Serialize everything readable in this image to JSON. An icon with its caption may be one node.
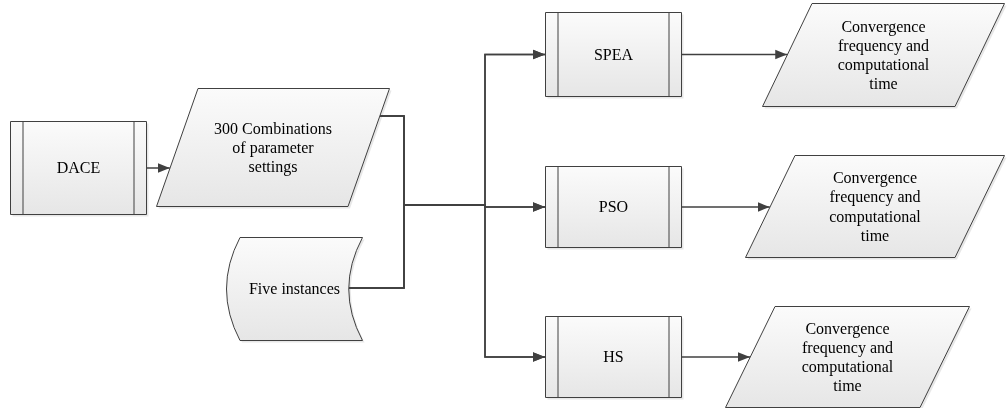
{
  "diagram": {
    "nodes": [
      {
        "text": [
          "DACE"
        ]
      },
      {
        "text": [
          "300 Combinations of parameter settings"
        ]
      },
      {
        "text": [
          "Five instances"
        ]
      },
      {
        "text": [
          "SPEA"
        ]
      },
      {
        "text": [
          "PSO"
        ]
      },
      {
        "text": [
          "HS"
        ]
      },
      {
        "text": [
          "Convergence frequency and computational time"
        ]
      },
      {
        "text": [
          "Convergence frequency and computational time"
        ]
      },
      {
        "text": [
          "Convergence frequency and computational time"
        ]
      }
    ],
    "edges": [
      {
        "from": 0,
        "to": 1,
        "arrow": "to"
      },
      {
        "from": 1,
        "to": 3,
        "arrow": "to"
      },
      {
        "from": 1,
        "to": 4,
        "arrow": "to"
      },
      {
        "from": 1,
        "to": 5,
        "arrow": "to"
      },
      {
        "from": 2,
        "to": 3,
        "arrow": "to"
      },
      {
        "from": 2,
        "to": 4,
        "arrow": "to"
      },
      {
        "from": 2,
        "to": 5,
        "arrow": "to"
      },
      {
        "from": 3,
        "to": 6,
        "arrow": "to"
      },
      {
        "from": 4,
        "to": 7,
        "arrow": "to"
      },
      {
        "from": 5,
        "to": 8,
        "arrow": "to"
      }
    ]
  }
}
